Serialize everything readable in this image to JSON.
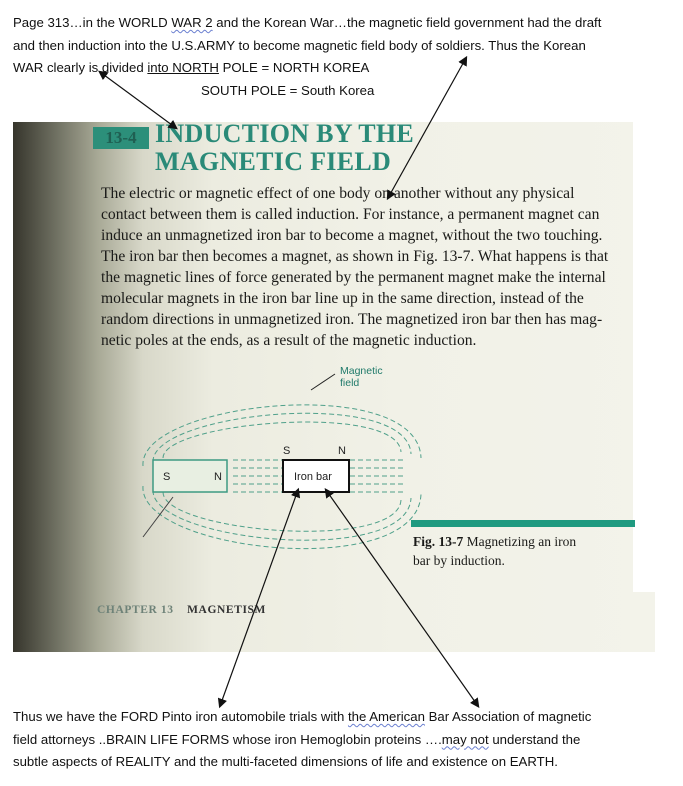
{
  "top_note": {
    "line1_a": "Page 313…in the WORLD ",
    "line1_war2": "WAR  2",
    "line1_b": "  and the Korean War…the magnetic field government   had the draft",
    "line2": "and then induction  into  the    U.S.ARMY   to become magnetic field  body of soldiers.    Thus the Korean",
    "line3_a": "WAR clearly   is divided ",
    "line3_into": "into  NORTH",
    "line3_b": " POLE = NORTH KOREA",
    "line4": "SOUTH POLE  = South   Korea"
  },
  "textbook": {
    "section_number": "13-4",
    "heading_line1": "INDUCTION BY THE",
    "heading_line2": "MAGNETIC FIELD",
    "paragraph_lines": [
      "The electric or magnetic effect of one body on another without any physical",
      "contact between them is called induction. For instance, a permanent magnet can",
      "induce an unmagnetized iron bar to become a magnet, without the two touching.",
      "The iron bar then becomes a magnet, as shown in Fig. 13-7. What happens is that",
      "the magnetic lines of force generated by the permanent magnet make the internal",
      "molecular magnets in the iron bar line up in the same direction, instead of the",
      "random directions in unmagnetized iron. The magnetized iron bar then has mag-",
      "netic poles at the ends, as a result of the magnetic induction."
    ],
    "diagram": {
      "magnetic_field_label_1": "Magnetic",
      "magnetic_field_label_2": "field",
      "magnet_s": "S",
      "magnet_n": "N",
      "bar_s": "S",
      "bar_n": "N",
      "iron_bar_label": "Iron bar"
    },
    "figure_caption_number": "Fig. 13-7",
    "figure_caption_text_1": " Magnetizing an iron",
    "figure_caption_text_2": "bar by induction.",
    "footer_chapter": "CHAPTER 13",
    "footer_title": "MAGNETISM"
  },
  "bottom_note": {
    "line1_a": "Thus we have the FORD Pinto iron automobile trials   with ",
    "line1_the": "the  American",
    "line1_b": " Bar Association of magnetic",
    "line2_a": "field  attorneys   ..BRAIN LIFE FORMS whose iron Hemoglobin proteins    ….",
    "line2_maynot": "may  not",
    "line2_b": " understand the",
    "line3": "subtle aspects of REALITY and the multi-faceted dimensions of life and existence on   EARTH."
  },
  "colors": {
    "accent_teal": "#2a8a78",
    "field_lines": "#4fa08a",
    "page_background": "#ffffff"
  }
}
